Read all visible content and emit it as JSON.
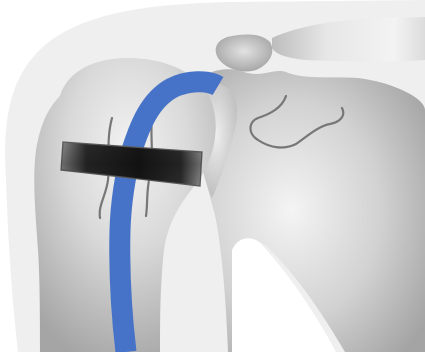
{
  "figure": {
    "background": "#ffffff",
    "skin_color": "#efefef",
    "bone_light": "#efefef",
    "bone_dark": "#a9a9a9",
    "groove_color": "#777777",
    "tendon_color": "#4673c8",
    "tendon_edge": "#3a5fae",
    "clamp_outer": "#8c8c8c",
    "clamp_inner": "#1e1e1e",
    "parts": [
      {
        "id": "skin-outline",
        "icon": "body-silhouette"
      },
      {
        "id": "clavicle",
        "icon": "bone"
      },
      {
        "id": "scapula",
        "icon": "bone"
      },
      {
        "id": "humerus",
        "icon": "bone"
      },
      {
        "id": "biceps-tendon",
        "icon": "tendon"
      },
      {
        "id": "tenodesis-clamp",
        "icon": "implant"
      }
    ]
  }
}
